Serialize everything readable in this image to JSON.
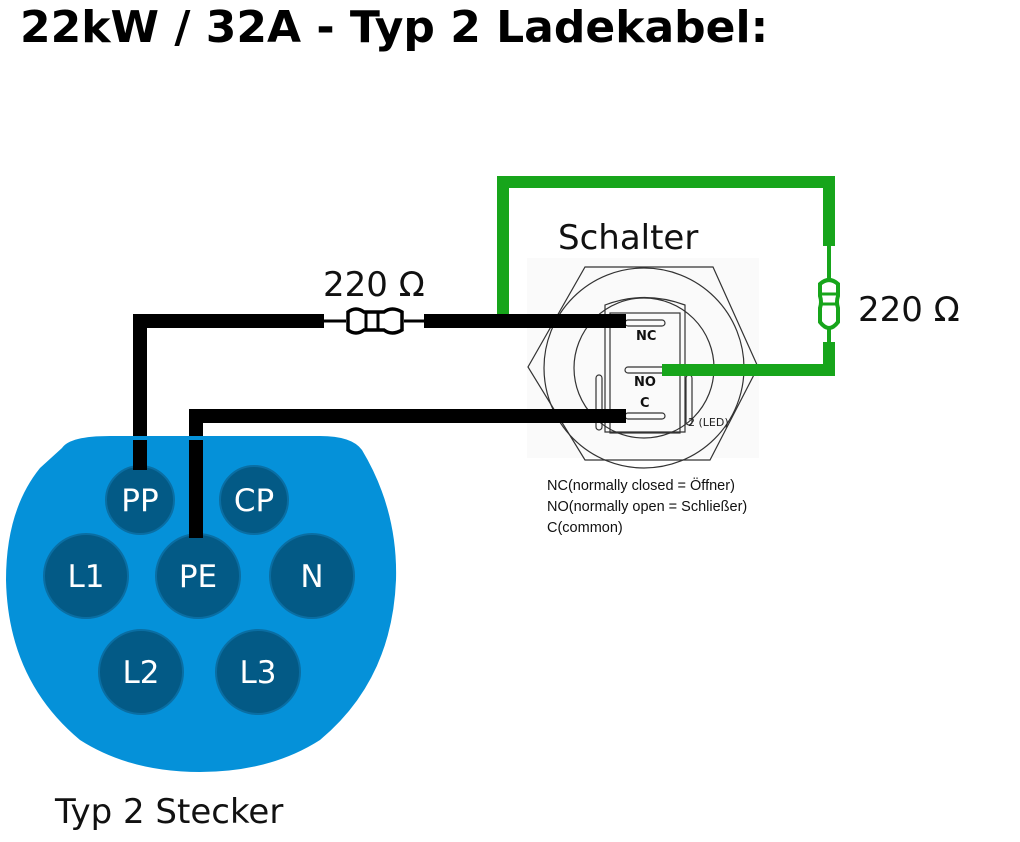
{
  "title": "22kW / 32A - Typ 2 Ladekabel:",
  "switch": {
    "label": "Schalter",
    "terminals": {
      "nc": "NC",
      "no": "NO",
      "c": "C"
    },
    "led_label": "2 (LED)"
  },
  "resistors": {
    "black_wire_value": "220 Ω",
    "green_wire_value": "220 Ω"
  },
  "legend": [
    "NC(normally closed = Öffner)",
    "NO(normally open = Schließer)",
    "C(common)"
  ],
  "plug": {
    "label": "Typ 2 Stecker",
    "pins": [
      "PP",
      "CP",
      "L1",
      "PE",
      "N",
      "L2",
      "L3"
    ]
  },
  "colors": {
    "plug_body": "#0591d9",
    "pin_fill": "#035a86",
    "green_wire": "#17a51b",
    "black_wire": "#000000"
  }
}
